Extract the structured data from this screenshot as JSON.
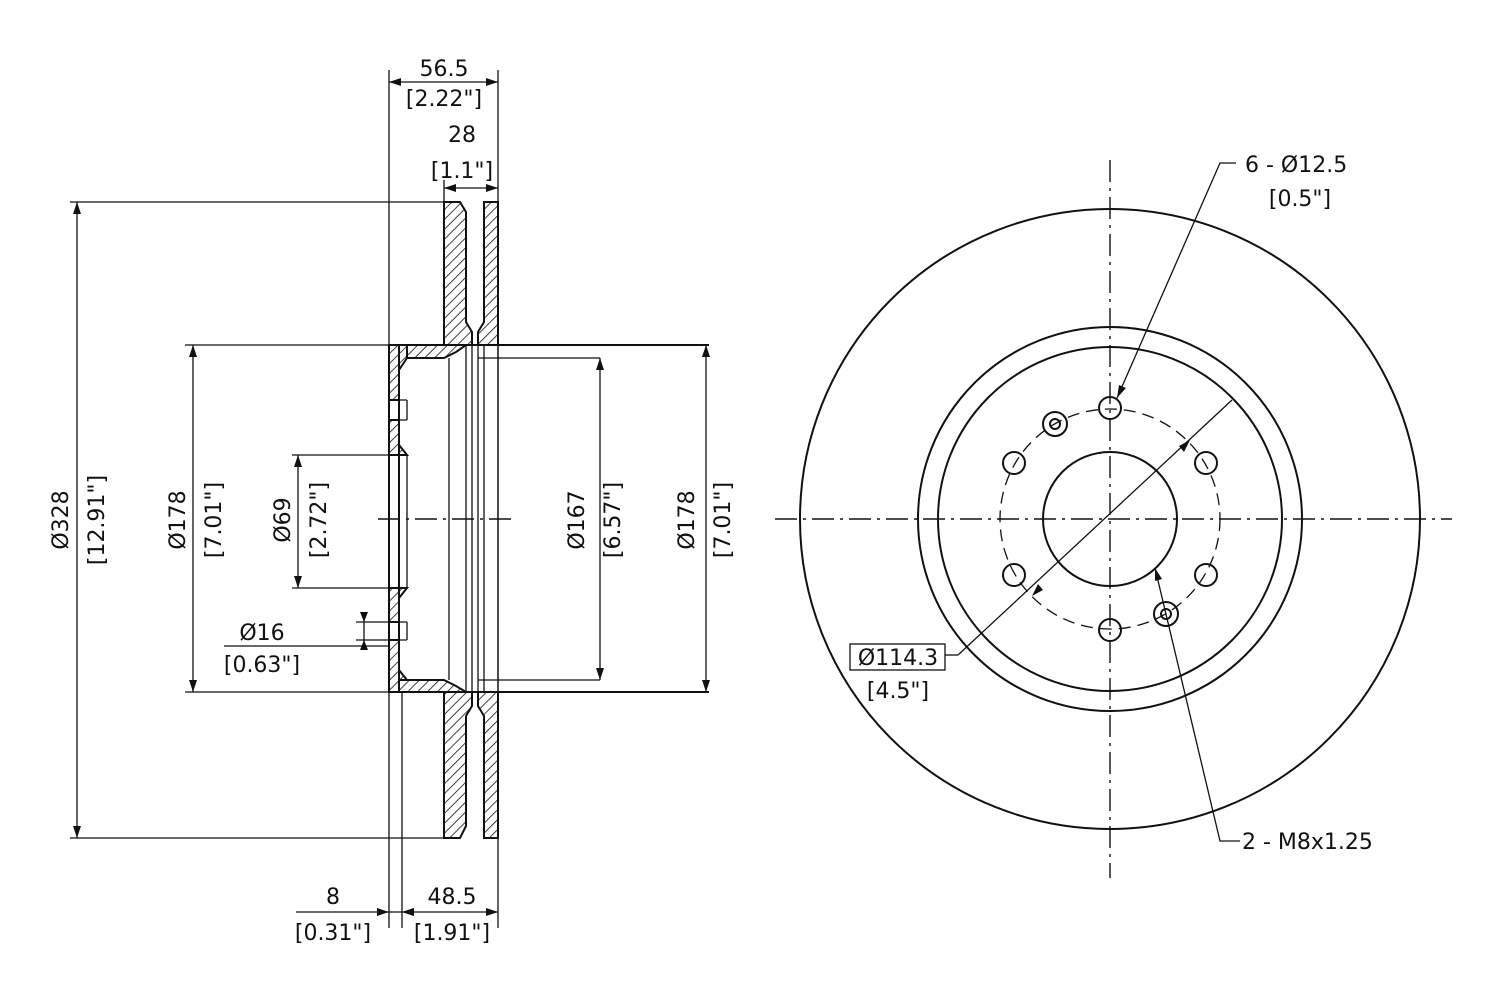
{
  "side_view": {
    "overall_width": {
      "value": "56.5",
      "inch": "[2.22\"]"
    },
    "friction_width": {
      "value": "28",
      "inch": "[1.1\"]"
    },
    "outer_diameter": {
      "value": "Ø328",
      "inch": "[12.91\"]"
    },
    "hat_diameter_left": {
      "value": "Ø178",
      "inch": "[7.01\"]"
    },
    "center_bore": {
      "value": "Ø69",
      "inch": "[2.72\"]"
    },
    "hole_diameter": {
      "value": "Ø16",
      "inch": "[0.63\"]"
    },
    "inner_diameter": {
      "value": "Ø167",
      "inch": "[6.57\"]"
    },
    "hat_diameter_right": {
      "value": "Ø178",
      "inch": "[7.01\"]"
    },
    "hat_thickness": {
      "value": "8",
      "inch": "[0.31\"]"
    },
    "hat_height": {
      "value": "48.5",
      "inch": "[1.91\"]"
    }
  },
  "face_view": {
    "bolt_holes": {
      "value": "6 - Ø12.5",
      "inch": "[0.5\"]"
    },
    "bolt_circle": {
      "value": "Ø114.3",
      "inch": "[4.5\"]"
    },
    "threaded_holes": {
      "value": "2 - M8x1.25"
    }
  }
}
